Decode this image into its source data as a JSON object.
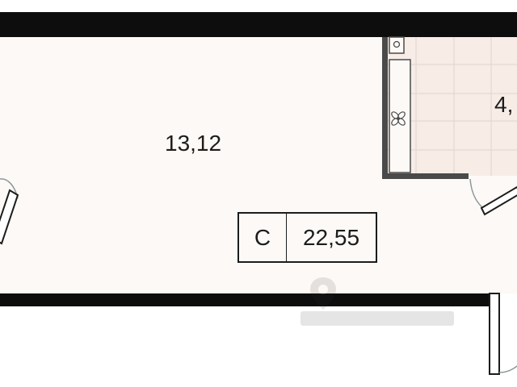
{
  "rooms": {
    "main_area": "13,12",
    "kitchen_area": "4,"
  },
  "summary": {
    "type": "С",
    "total_area": "22,55"
  },
  "colors": {
    "wall": "#0d0d0d",
    "floor": "#fdf9f6",
    "kitchen_floor": "#f7ece6",
    "tile_line": "#e6d8d0",
    "inner_wall": "#4a4a4a",
    "door_arc": "#8a9a9a",
    "text": "#1c1c1c"
  },
  "icons": {
    "stove": "stove-icon",
    "fan": "fan-icon",
    "watermark": "map-pin-icon"
  }
}
